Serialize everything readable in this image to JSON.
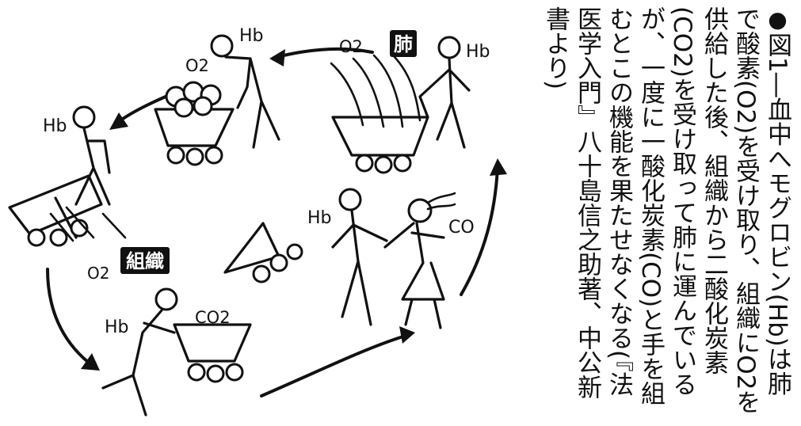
{
  "labels": {
    "lung": "肺",
    "tissue": "組織",
    "hb": "Hb",
    "o2": "O2",
    "co2": "CO2",
    "co": "CO"
  },
  "caption": {
    "bullet": "●",
    "text": "図1―血中へモグロビン(Hb)は肺で酸素(O2)を受け取り、組織にO2を供給した後、組織から二酸化炭素(CO2)を受け取って肺に運んでいるが、一度に一酸化炭素(CO)と手を組むとこの機能を果たせなくなる(『法医学入門』八十島信之助著、中公新書より)"
  },
  "colors": {
    "ink": "#111111",
    "paper": "#ffffff"
  }
}
